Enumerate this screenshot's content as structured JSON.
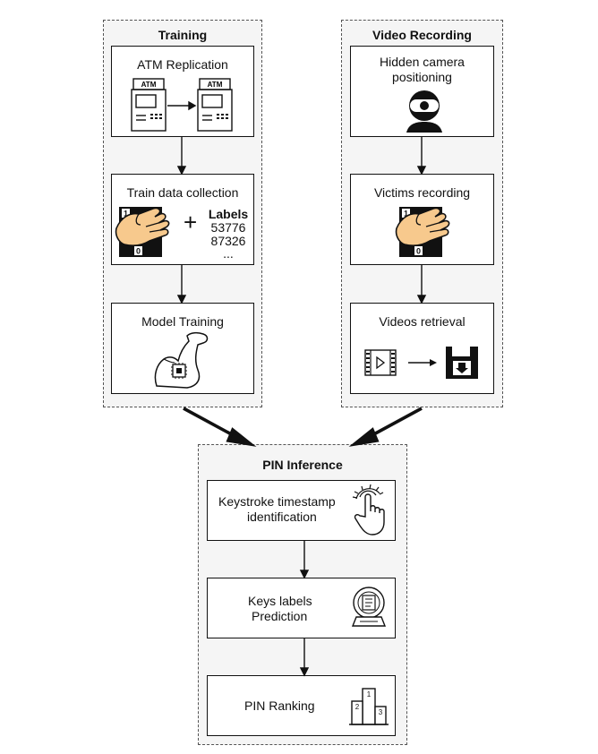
{
  "groups": {
    "training": {
      "title": "Training",
      "steps": {
        "atm_replication": {
          "label": "ATM Replication",
          "atm_sign": "ATM"
        },
        "train_data_collection": {
          "label": "Train data collection",
          "labels_header": "Labels",
          "label_values": [
            "53776",
            "87326",
            "..."
          ],
          "plus": "+",
          "key_one": "1",
          "key_zero": "0"
        },
        "model_training": {
          "label": "Model Training"
        }
      }
    },
    "video_recording": {
      "title": "Video Recording",
      "steps": {
        "hidden_camera": {
          "label_line1": "Hidden camera",
          "label_line2": "positioning"
        },
        "victims_recording": {
          "label": "Victims recording",
          "key_one": "1",
          "key_zero": "0"
        },
        "videos_retrieval": {
          "label": "Videos retrieval"
        }
      }
    },
    "pin_inference": {
      "title": "PIN Inference",
      "steps": {
        "keystroke": {
          "label_line1": "Keystroke timestamp",
          "label_line2": "identification"
        },
        "keys_labels": {
          "label_line1": "Keys labels",
          "label_line2": "Prediction"
        },
        "pin_ranking": {
          "label": "PIN Ranking",
          "podium": [
            "1",
            "2",
            "3"
          ]
        }
      }
    }
  }
}
